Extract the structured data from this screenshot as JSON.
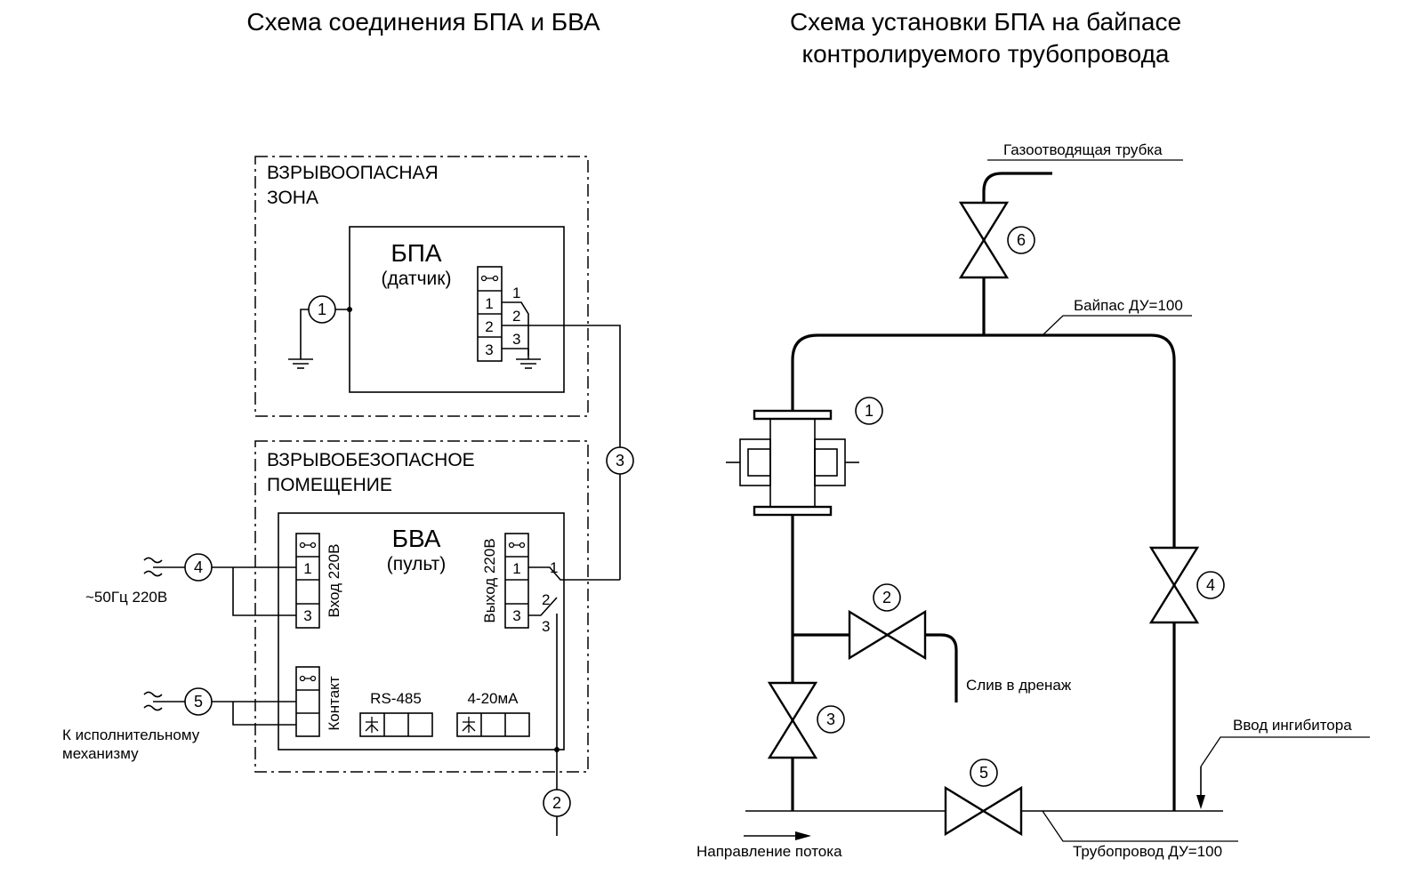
{
  "left": {
    "title": "Схема соединения БПА и БВА",
    "hazard_zone": {
      "line1": "ВЗРЫВООПАСНАЯ",
      "line2": "ЗОНА"
    },
    "safe_room": {
      "line1": "ВЗРЫВОБЕЗОПАСНОЕ",
      "line2": "ПОМЕЩЕНИЕ"
    },
    "bpa": {
      "name": "БПА",
      "desc": "(датчик)",
      "terminals": [
        "1",
        "2",
        "3"
      ],
      "ext_pins": [
        "1",
        "2",
        "3"
      ]
    },
    "bva": {
      "name": "БВА",
      "desc": "(пульт)",
      "input_label": "Вход 220В",
      "output_label": "Выход 220В",
      "contact_label": "Контакт",
      "input_terminals": [
        "1",
        "3"
      ],
      "output_terminals": [
        "1",
        "3"
      ],
      "output_pins": [
        "1",
        "2",
        "3"
      ],
      "rs485": "RS-485",
      "current": "4-20мА"
    },
    "callouts": [
      "1",
      "2",
      "3",
      "4",
      "5"
    ],
    "supply_label": "~50Гц 220В",
    "actuator_line1": "К исполнительному",
    "actuator_line2": "механизму"
  },
  "right": {
    "title_line1": "Схема установки БПА на байпасе",
    "title_line2": "контролируемого трубопровода",
    "gas_tube": "Газоотводящая трубка",
    "bypass": "Байпас ДУ=100",
    "drain": "Слив в дренаж",
    "inhibitor": "Ввод ингибитора",
    "pipeline": "Трубопровод ДУ=100",
    "flow": "Направление потока",
    "callouts": [
      "1",
      "2",
      "3",
      "4",
      "5",
      "6"
    ]
  }
}
